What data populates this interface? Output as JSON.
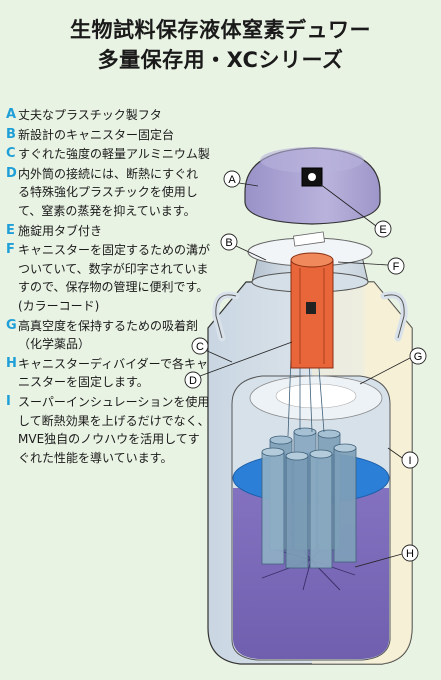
{
  "title": {
    "line1": "生物試料保存液体窒素デュワー",
    "line2": "多量保存用・XCシリーズ"
  },
  "legend": [
    {
      "letter": "A",
      "text": "丈夫なプラスチック製フタ"
    },
    {
      "letter": "B",
      "text": "新設計のキャニスター固定台"
    },
    {
      "letter": "C",
      "text": "すぐれた強度の軽量アルミニウム製"
    },
    {
      "letter": "D",
      "text": "内外筒の接続には、断熱にすぐれる特殊強化プラスチックを使用して、窒素の蒸発を抑えています。"
    },
    {
      "letter": "E",
      "text": "施錠用タブ付き"
    },
    {
      "letter": "F",
      "text": "キャニスターを固定するための溝がついていて、数字が印字されていますので、保存物の管理に便利です。(カラーコード)"
    },
    {
      "letter": "G",
      "text": "高真空度を保持するための吸着剤（化学薬品）"
    },
    {
      "letter": "H",
      "text": "キャニスターディバイダーで各キャニスターを固定します。"
    },
    {
      "letter": "I",
      "text": "スーパーインシュレーションを使用して断熱効果を上げるだけでなく、MVE独自のノウハウを活用してすぐれた性能を導いています。"
    }
  ],
  "callouts": [
    "A",
    "B",
    "C",
    "D",
    "E",
    "F",
    "G",
    "H",
    "I"
  ],
  "colors": {
    "background": "#e9f3e4",
    "letter_accent": "#1e9fd8",
    "lid": "#a9a3cf",
    "canister_orange": "#e8663a",
    "liquid_blue": "#2b7fd6",
    "liquid_purple": "#7b68b8"
  }
}
